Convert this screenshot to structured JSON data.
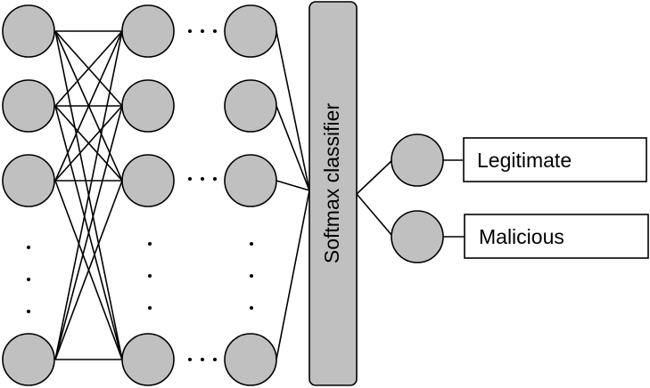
{
  "softmax": {
    "label": "Softmax classifier"
  },
  "outputs": [
    {
      "label": "Legitimate"
    },
    {
      "label": "Malicious"
    }
  ],
  "colors": {
    "node_fill": "#c0c0c0",
    "stroke": "#000000",
    "background": "#ffffff"
  }
}
